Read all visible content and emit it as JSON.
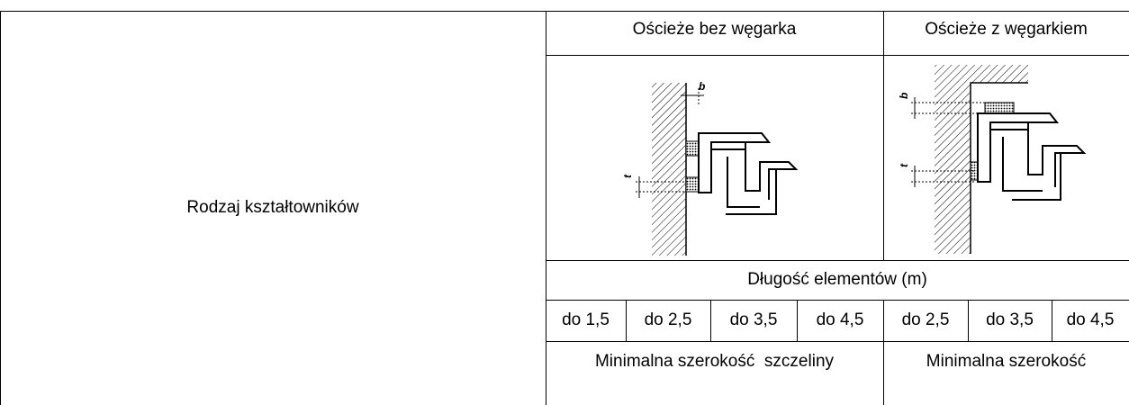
{
  "table": {
    "row_header": "Rodzaj kształtowników",
    "col_groups": [
      {
        "label": "Ościeże bez węgarka"
      },
      {
        "label": "Ościeże z węgarkiem"
      }
    ],
    "dimension_labels": {
      "b": "b",
      "t": "t"
    },
    "length_header": "Długość elementów (m)",
    "lengths": [
      "do 1,5",
      "do 2,5",
      "do 3,5",
      "do 4,5",
      "do 2,5",
      "do 3,5",
      "do 4,5"
    ],
    "min_width_labels": [
      "Minimalna szerokość  szczeliny",
      "Minimalna szerokość"
    ]
  }
}
